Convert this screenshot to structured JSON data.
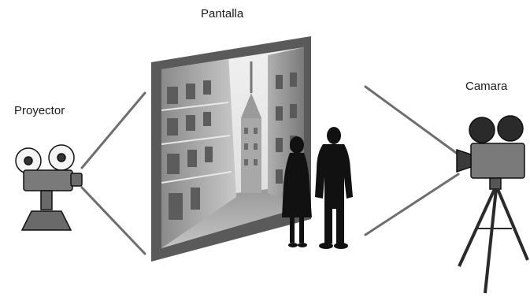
{
  "labels": {
    "screen": "Pantalla",
    "projector": "Proyector",
    "camera": "Camara"
  },
  "colors": {
    "line": "#6e6e6e",
    "screen_frame": "#5a5a5a",
    "silhouette": "#111111",
    "device_body": "#7a7a7a",
    "device_dark": "#2a2a2a"
  }
}
